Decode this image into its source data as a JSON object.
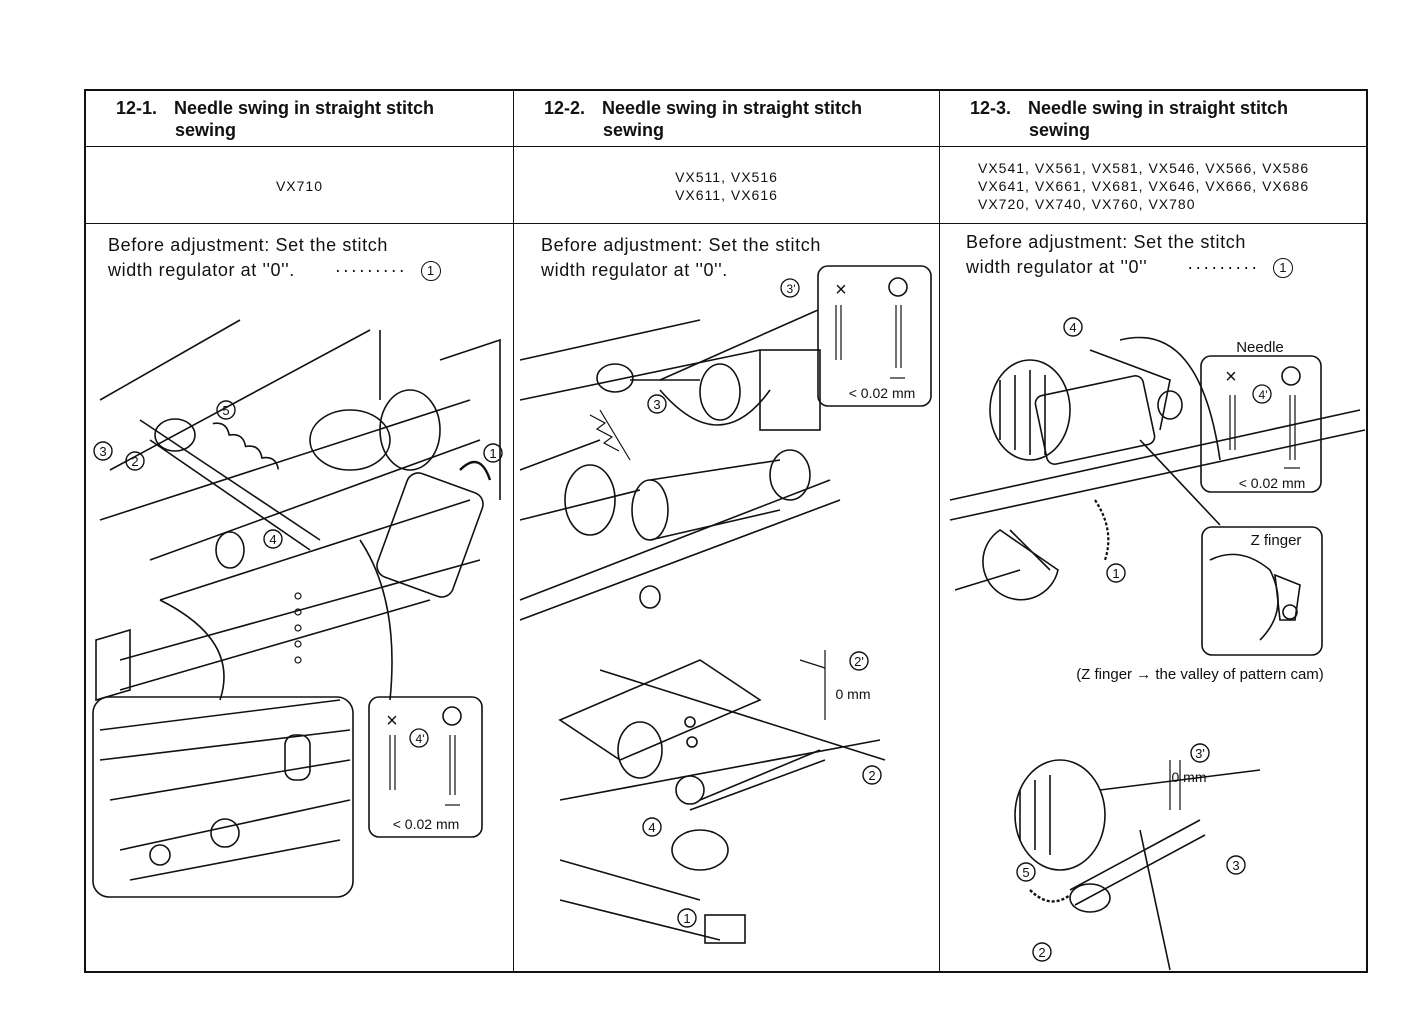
{
  "sections": [
    {
      "number": "12-1.",
      "title_line1": "Needle swing in straight stitch",
      "title_line2": "sewing",
      "models": [
        "VX710"
      ],
      "before_line1": "Before  adjustment:  Set  the  stitch",
      "before_line2": "width regulator at ''0''.",
      "before_dots": "·········",
      "before_marker": "1"
    },
    {
      "number": "12-2.",
      "title_line1": "Needle swing in straight stitch",
      "title_line2": "sewing",
      "models": [
        "VX511, VX516",
        "VX611, VX616"
      ],
      "before_line1": "Before  adjustment:  Set  the  stitch",
      "before_line2": "width regulator at ''0''.",
      "before_dots": "",
      "before_marker": ""
    },
    {
      "number": "12-3.",
      "title_line1": "Needle swing in straight stitch",
      "title_line2": "sewing",
      "models": [
        "VX541, VX561, VX581, VX546, VX566, VX586",
        "VX641, VX661, VX681, VX646, VX666, VX686",
        "VX720, VX740, VX760, VX780"
      ],
      "before_line1": "Before  adjustment:  Set  the  stitch",
      "before_line2": "width regulator at ''0''",
      "before_dots": "·········",
      "before_marker": "1"
    }
  ],
  "labels": {
    "s1_markers": [
      "1",
      "2",
      "3",
      "4",
      "5"
    ],
    "s1_callout_marker": "4'",
    "s1_wrong_symbol": "×",
    "s1_tolerance": "< 0.02 mm",
    "s2_callout_marker": "3'",
    "s2_wrong_symbol": "×",
    "s2_tolerance": "< 0.02 mm",
    "s2_markers": [
      "3",
      "1",
      "2",
      "4"
    ],
    "s2_gap_marker": "2'",
    "s2_gap_value": "0 mm",
    "s3_marker_4": "4",
    "s3_needle": "Needle",
    "s3_callout_marker": "4'",
    "s3_wrong_symbol": "×",
    "s3_tolerance": "< 0.02 mm",
    "s3_marker_1": "1",
    "s3_z_finger": "Z finger",
    "s3_z_note": "(Z finger → the valley of pattern cam)",
    "s3_gap_marker": "3'",
    "s3_gap_value": "0 mm",
    "s3_markers_bottom": [
      "5",
      "2",
      "3"
    ]
  },
  "colors": {
    "ink": "#111111",
    "paper": "#ffffff"
  }
}
